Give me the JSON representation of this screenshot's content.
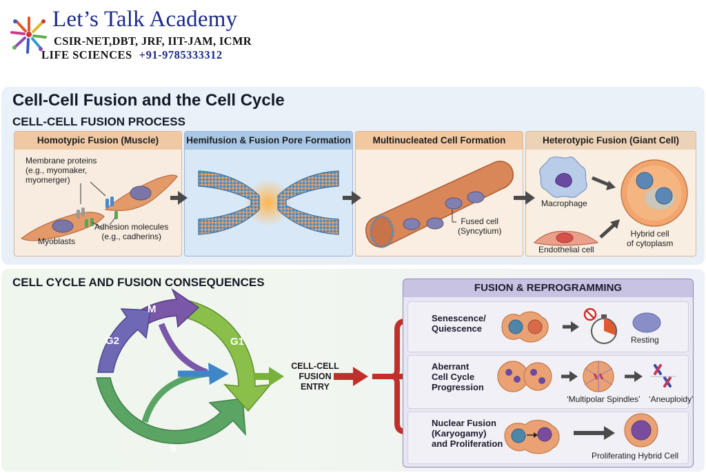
{
  "header": {
    "academy_name": "Let’s Talk Academy",
    "exams_line": "CSIR-NET,DBT, JRF, IIT-JAM, ICMR",
    "subject": "LIFE SCIENCES",
    "phone": "+91-9785333312"
  },
  "title": "Cell-Cell Fusion and the Cell Cycle",
  "process_section": {
    "heading": "CELL-CELL FUSION PROCESS",
    "stages": [
      {
        "title": "Homotypic Fusion (Muscle)",
        "labels": {
          "membrane_proteins_1": "Membrane proteins",
          "membrane_proteins_2": "(e.g., myomaker,",
          "membrane_proteins_3": "myomerger)",
          "adhesion_1": "Adhesion molecules",
          "adhesion_2": "(e.g., cadherins)",
          "myoblasts": "Myoblasts"
        }
      },
      {
        "title": "Hemifusion & Fusion Pore Formation"
      },
      {
        "title": "Multinucleated Cell Formation",
        "labels": {
          "fused_1": "Fused cell",
          "fused_2": "(Syncytium)"
        }
      },
      {
        "title": "Heterotypic Fusion (Giant Cell)",
        "labels": {
          "macrophage": "Macrophage",
          "endothelial": "Endothelial cell",
          "hybrid_1": "Hybrid cell",
          "hybrid_2": "of cytoplasm"
        }
      }
    ]
  },
  "cycle_section": {
    "heading": "CELL CYCLE AND FUSION CONSEQUENCES",
    "phases": {
      "m": "M",
      "g1": "G1",
      "s": "S",
      "g2": "G2"
    },
    "entry_label": {
      "line1": "CELL-CELL",
      "line2": "FUSION",
      "line3": "ENTRY"
    }
  },
  "reprogramming": {
    "heading": "FUSION & REPROGRAMMING",
    "rows": [
      {
        "title_1": "Senescence/",
        "title_2": "Quiescence",
        "result": "Resting"
      },
      {
        "title_1": "Aberrant",
        "title_2": "Cell Cycle",
        "title_3": "Progression",
        "result_1": "‘Multipolar Spindles’",
        "result_2": "‘Aneuploidy’"
      },
      {
        "title_1": "Nuclear Fusion",
        "title_2": "(Karyogamy)",
        "title_3": "and Proliferation",
        "result": "Proliferating Hybrid Cell"
      }
    ]
  },
  "colors": {
    "arrow_gray": "#4a4a4a",
    "arrow_red": "#c0302a",
    "arrow_green": "#78b13c",
    "cell_orange": "#e39a68",
    "nucleus_blue": "#5c86b4",
    "nucleus_purple": "#7a4c9e",
    "phase_m": "#7a57a8",
    "phase_g1": "#8ac04a",
    "phase_s": "#5aa464",
    "phase_g2": "#6f68b4"
  },
  "icons": [
    "logo-emblem-icon",
    "stopwatch-icon",
    "no-symbol-icon",
    "chromosome-icon"
  ]
}
